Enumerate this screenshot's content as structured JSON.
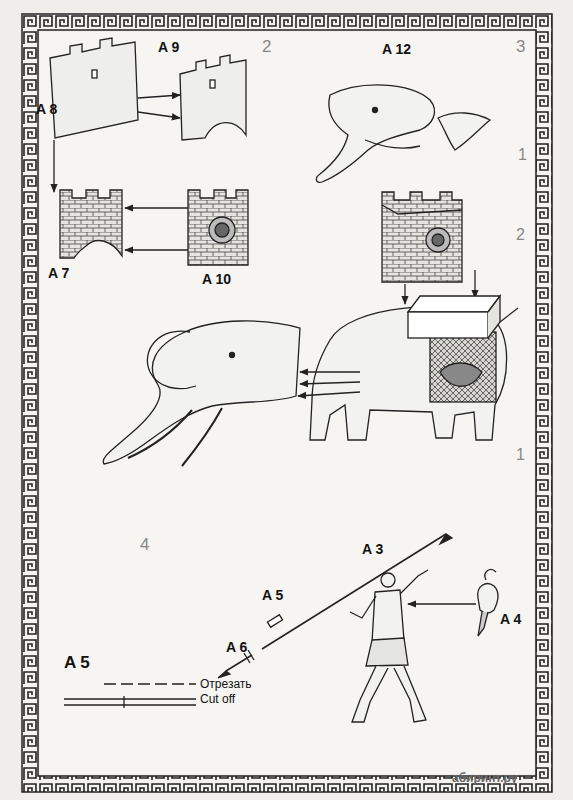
{
  "diagram": {
    "labels": [
      "A 8",
      "A 9",
      "2",
      "A 12",
      "3",
      "1",
      "A 7",
      "A 10",
      "2",
      "1",
      "4",
      "A 3",
      "A 5",
      "A 4",
      "A 6",
      "Отрезать",
      "Cut off",
      "A 5",
      "абиринт.ру"
    ]
  }
}
